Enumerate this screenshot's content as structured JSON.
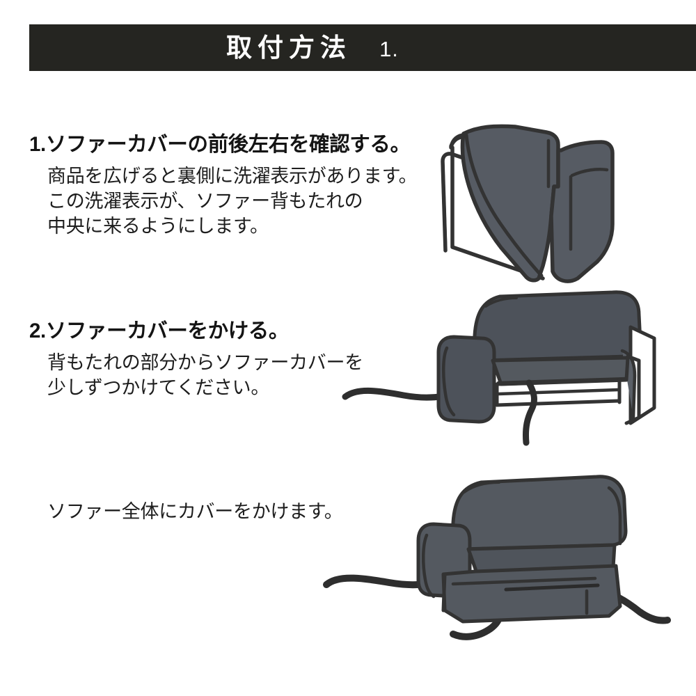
{
  "page": {
    "background_color": "#ffffff",
    "illustration_fill": "#565b63",
    "illustration_fill_dark": "#4a4f57",
    "illustration_outline": "#333333",
    "header_background": "#252521",
    "header_text_color": "#ffffff"
  },
  "header": {
    "title": "取付方法",
    "index": "1."
  },
  "steps": [
    {
      "id": "step1",
      "heading": "1.ソファーカバーの前後左右を確認する。",
      "lines": [
        "商品を広げると裏側に洗濯表示があります。",
        "この洗濯表示が、ソファー背もたれの",
        "中央に来るようにします。"
      ],
      "illustration_name": "folded-sofa-cover-illustration"
    },
    {
      "id": "step2",
      "heading": "2.ソファーカバーをかける。",
      "lines": [
        "背もたれの部分からソファーカバーを",
        "少しずつかけてください。"
      ],
      "illustration_name": "sofa-partially-covered-illustration"
    }
  ],
  "note": {
    "lines": [
      "ソファー全体にカバーをかけます。"
    ],
    "illustration_name": "sofa-fully-covered-illustration"
  }
}
